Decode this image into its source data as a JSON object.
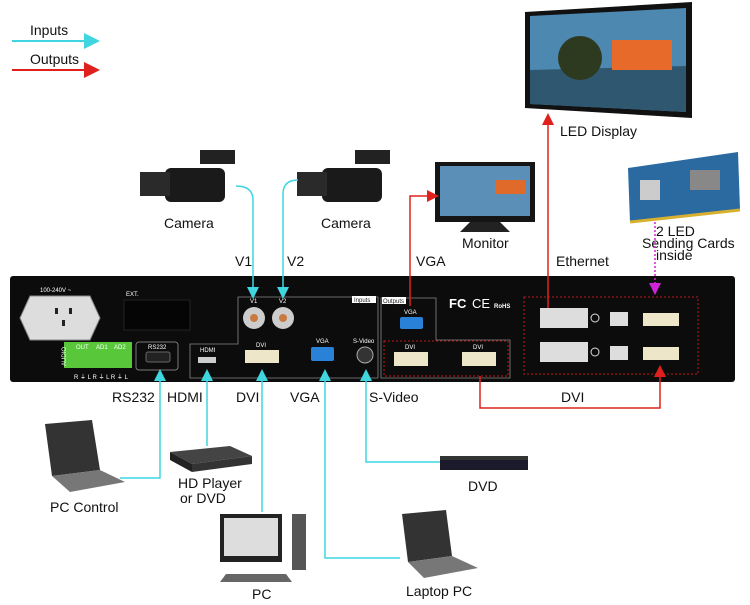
{
  "legend": {
    "inputs": "Inputs",
    "outputs": "Outputs"
  },
  "colors": {
    "input": "#3fd6e0",
    "output": "#e0201c",
    "card": "#d024d8",
    "panel": "#0c0c0c"
  },
  "devices": {
    "camera1": "Camera",
    "camera2": "Camera",
    "monitor": "Monitor",
    "led_display": "LED Display",
    "sending_cards": [
      "2 LED",
      "Sending Cards",
      "inside"
    ],
    "pc_control": "PC Control",
    "hd_player": [
      "HD Player",
      "or DVD"
    ],
    "pc": "PC",
    "laptop_pc": "Laptop PC",
    "dvd": "DVD"
  },
  "links": {
    "v1": "V1",
    "v2": "V2",
    "vga_out": "VGA",
    "ethernet": "Ethernet",
    "rs232": "RS232",
    "hdmi": "HDMI",
    "dvi_in": "DVI",
    "vga_in": "VGA",
    "svideo": "S-Video",
    "dvi_out": "DVI"
  },
  "panel": {
    "power": "100-240V ~",
    "ext": "EXT.",
    "audio": "AUDIO",
    "audio_ports": [
      "OUT",
      "AD1",
      "AD2"
    ],
    "audio_pins": "R ⏚ L R ⏚ L R ⏚ L",
    "rs232": "RS232",
    "hdmi": "HDMI",
    "dvi": "DVI",
    "vga": "VGA",
    "svideo": "S-Video",
    "v1": "V1",
    "v2": "V2",
    "inputs": "Inputs",
    "outputs": "Outputs",
    "out_vga": "VGA",
    "out_dvi1": "DVI",
    "out_dvi2": "DVI",
    "certs": [
      "FC",
      "CE",
      "RoHS"
    ]
  }
}
